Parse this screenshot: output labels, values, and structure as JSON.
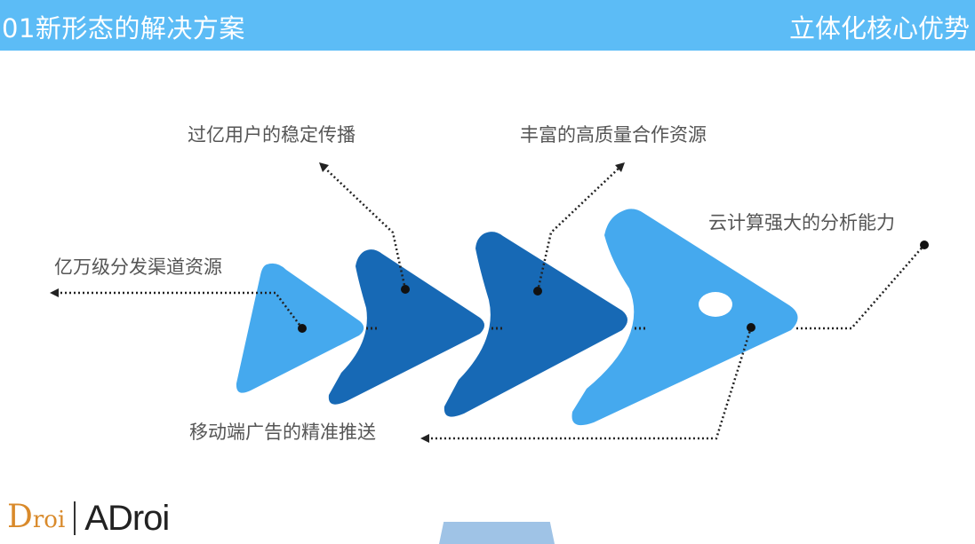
{
  "header": {
    "title": "01新形态的解决方案",
    "right_title": "立体化核心优势"
  },
  "labels": {
    "channels": "亿万级分发渠道资源",
    "users": "过亿用户的稳定传播",
    "partners": "丰富的高质量合作资源",
    "cloud": "云计算强大的分析能力",
    "ads": "移动端广告的精准推送"
  },
  "logo": {
    "droi_initial": "D",
    "droi_rest": "roi",
    "adroi": "ADroi"
  },
  "colors": {
    "header_bg": "#5cbcf6",
    "light_blue": "#45a9ee",
    "dark_blue": "#1769b5",
    "label_text": "#555555"
  }
}
